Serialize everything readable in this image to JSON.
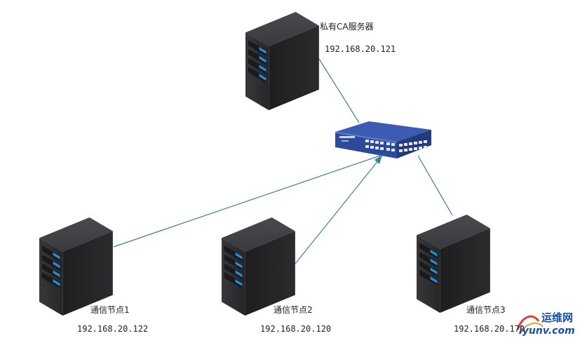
{
  "nodes": {
    "ca_server": {
      "name": "私有CA服务器",
      "ip": "192.168.20.121"
    },
    "node1": {
      "name": "通信节点1",
      "ip": "192.168.20.122"
    },
    "node2": {
      "name": "通信节点2",
      "ip": "192.168.20.120"
    },
    "node3": {
      "name": "通信节点3",
      "ip": "192.168.20.179"
    }
  },
  "watermark": {
    "site_name": "运维网",
    "domain": "iyunv.com"
  },
  "colors": {
    "link_line": "#3f7f95",
    "server_body": "#2f2f31",
    "drive_light": "#1f8fe0",
    "switch_body": "#2d4a9a",
    "watermark": "#1a4f9c"
  }
}
